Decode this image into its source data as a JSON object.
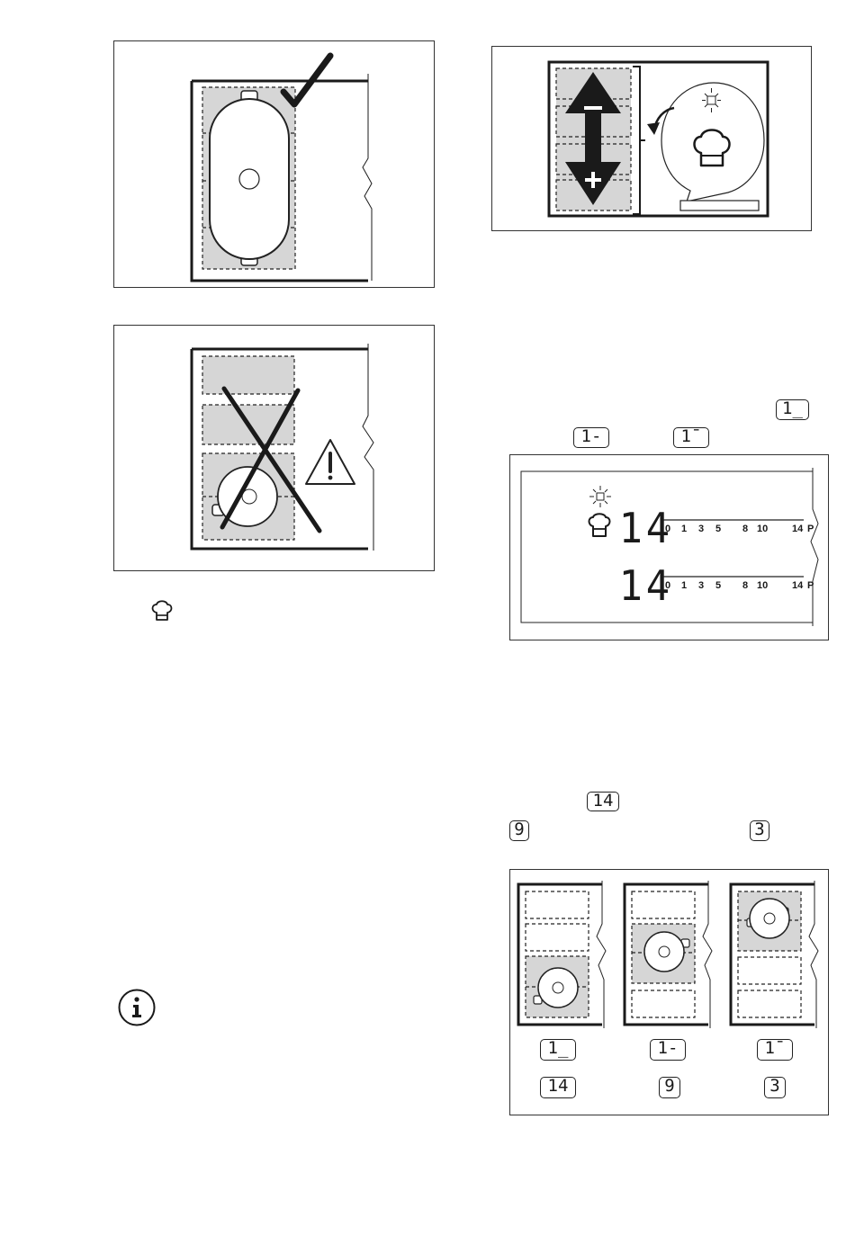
{
  "colors": {
    "zone_fill": "#d6d6d6",
    "line": "#1a1a1a",
    "frame_border": "#333333"
  },
  "icons": {
    "check": "check-mark-icon",
    "cross": "cross-icon",
    "warning": "warning-triangle-icon",
    "chef_hat": "chef-hat-icon",
    "sparkle": "blinking-indicator-icon",
    "info": "info-icon"
  },
  "bridge_display": {
    "zone_top_value": "14",
    "zone_bottom_value": "14",
    "scale_labels": [
      "0",
      "1",
      "3",
      "5",
      "8",
      "10",
      "14",
      "P"
    ]
  },
  "inline_codes": {
    "code_back": "1_",
    "code_middle": "1-",
    "code_front": "1¯",
    "level_back": "14",
    "level_middle": "9",
    "level_front": "3"
  },
  "position_table": {
    "columns": [
      {
        "position": "1_",
        "level": "14"
      },
      {
        "position": "1-",
        "level": "9"
      },
      {
        "position": "1¯",
        "level": "3"
      }
    ]
  }
}
